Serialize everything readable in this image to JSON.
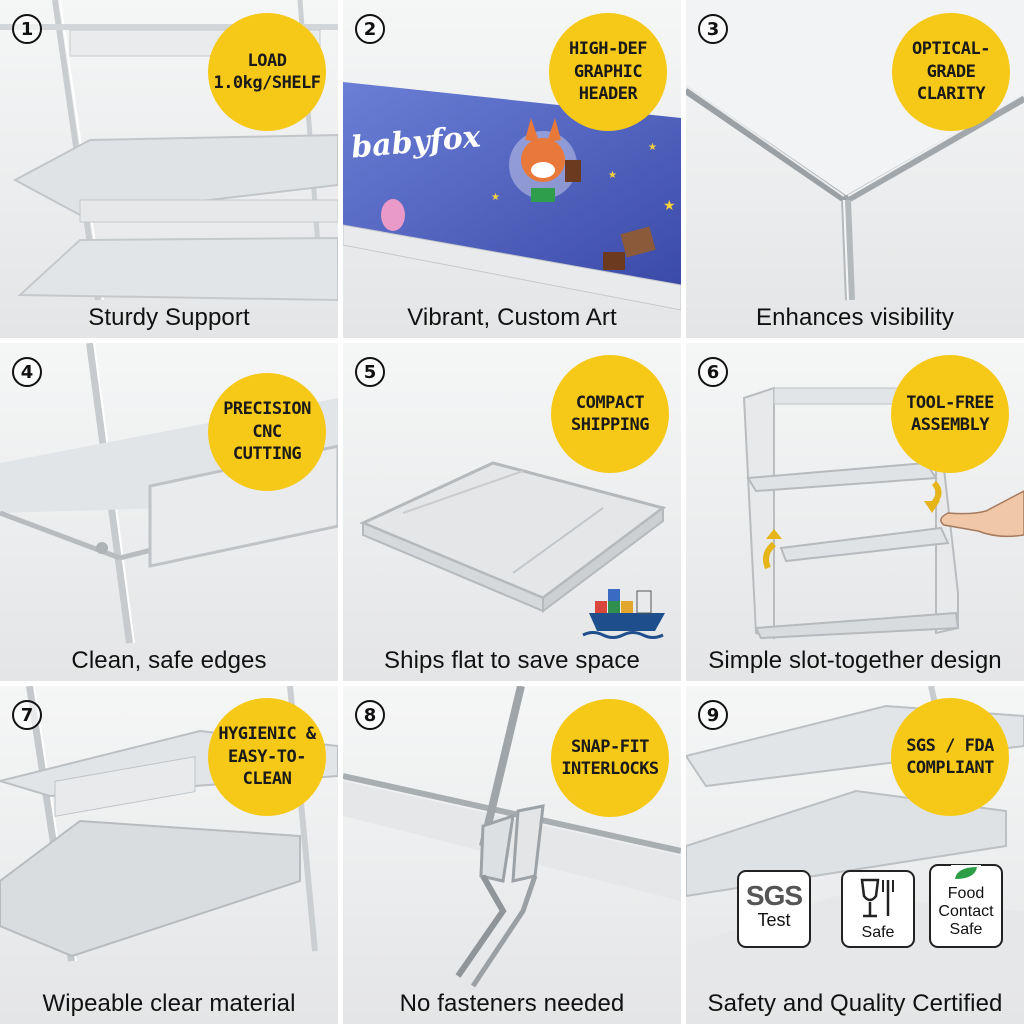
{
  "panels": [
    {
      "number": "1",
      "badge": "LOAD\n1.0kg/SHELF",
      "caption": "Sturdy Support"
    },
    {
      "number": "2",
      "badge": "HIGH-DEF\nGRAPHIC\nHEADER",
      "caption": "Vibrant, Custom Art",
      "brand": "babyfox"
    },
    {
      "number": "3",
      "badge": "OPTICAL-\nGRADE\nCLARITY",
      "caption": "Enhances visibility"
    },
    {
      "number": "4",
      "badge": "PRECISION\nCNC\nCUTTING",
      "caption": "Clean, safe edges"
    },
    {
      "number": "5",
      "badge": "COMPACT\nSHIPPING",
      "caption": "Ships flat to save space"
    },
    {
      "number": "6",
      "badge": "TOOL-FREE\nASSEMBLY",
      "caption": "Simple slot-together design"
    },
    {
      "number": "7",
      "badge": "HYGIENIC &\nEASY-TO-\nCLEAN",
      "caption": "Wipeable clear material"
    },
    {
      "number": "8",
      "badge": "SNAP-FIT\nINTERLOCKS",
      "caption": "No fasteners needed"
    },
    {
      "number": "9",
      "badge": "SGS / FDA\nCOMPLIANT",
      "caption": "Safety and Quality Certified"
    }
  ],
  "certs": {
    "sgs_top": "SGS",
    "sgs_bottom": "Test",
    "safe": "Safe",
    "food_line1": "Food",
    "food_line2": "Contact",
    "food_line3": "Safe"
  },
  "colors": {
    "badge": "#f6c918",
    "text": "#111111",
    "banner": "#4a5fc0"
  }
}
